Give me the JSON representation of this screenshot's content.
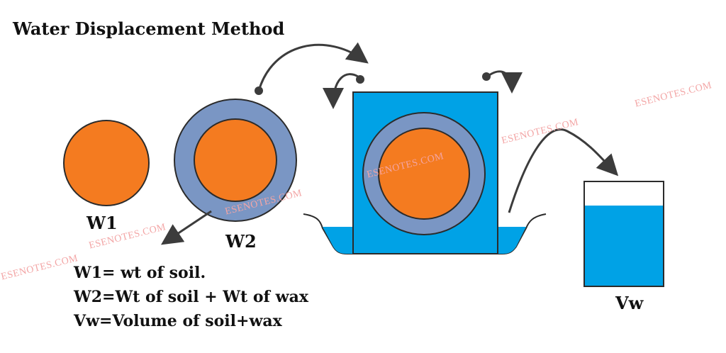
{
  "title": "Water Displacement Method",
  "labels": {
    "w1": "W1",
    "w2": "W2",
    "vw": "Vw"
  },
  "legend": [
    "W1= wt of soil.",
    "W2=Wt of soil + Wt of wax",
    "Vw=Volume of soil+wax"
  ],
  "watermark": "ESENOTES.COM",
  "colors": {
    "soil": "#f47b20",
    "wax": "#7a96c4",
    "water": "#00a2e6",
    "outline": "#2b2b2b",
    "arrow": "#3c3c3c",
    "watermark": "#f3a5a5"
  }
}
